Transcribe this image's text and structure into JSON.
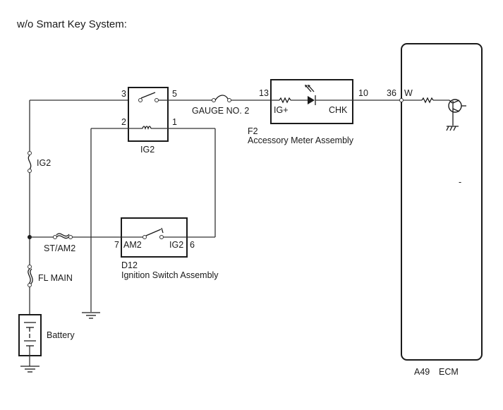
{
  "title": "w/o Smart Key System:",
  "relay_ig2": {
    "name": "IG2",
    "pins": {
      "p3": "3",
      "p5": "5",
      "p2": "2",
      "p1": "1"
    }
  },
  "fuses": {
    "gauge": "GAUGE NO. 2",
    "ig2": "IG2",
    "st_am2": "ST/AM2",
    "fl_main": "FL MAIN"
  },
  "meter": {
    "code": "F2",
    "name": "Accessory Meter Assembly",
    "pin_in": "13",
    "pin_out": "10",
    "label_in": "IG+",
    "label_out": "CHK"
  },
  "ecm": {
    "code": "A49",
    "name": "ECM",
    "pin": "36",
    "wire_color": "W",
    "dash": "-"
  },
  "ignition_switch": {
    "code": "D12",
    "name": "Ignition Switch Assembly",
    "pin_in": "7",
    "pin_out": "6",
    "label_in": "AM2",
    "label_out": "IG2"
  },
  "battery": {
    "label": "Battery"
  }
}
